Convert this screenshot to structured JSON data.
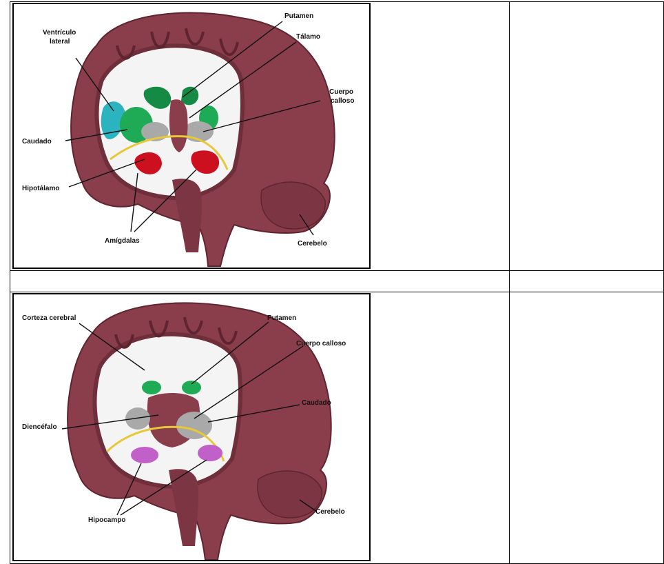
{
  "figure1": {
    "labels": {
      "ventriculo_line1": "Ventrículo",
      "ventriculo_line2": "lateral",
      "putamen": "Putamen",
      "talamo": "Tálamo",
      "cuerpo_line1": "Cuerpo",
      "cuerpo_line2": "calloso",
      "caudado": "Caudado",
      "hipotalamo": "Hipotálamo",
      "amigdalas": "Amígdalas",
      "cerebelo": "Cerebelo"
    }
  },
  "figure2": {
    "labels": {
      "corteza": "Corteza cerebral",
      "putamen": "Putamen",
      "cuerpo_calloso": "Cuerpo calloso",
      "caudado": "Caudado",
      "diencefalo": "Diencéfalo",
      "hipocampo": "Hipocampo",
      "cerebelo": "Cerebelo"
    }
  },
  "colors": {
    "brain": "#8a3d4b",
    "brain_dark": "#6e2f3a",
    "white_matter": "#f4f4f4",
    "caudate_green": "#1faa55",
    "ventricle_cyan": "#2bb3c0",
    "amygdala_red": "#cc1020",
    "hippocampus_purple": "#c060c8",
    "thalamus_gray": "#a9a9a9",
    "fornix_yellow": "#e8c83a"
  }
}
